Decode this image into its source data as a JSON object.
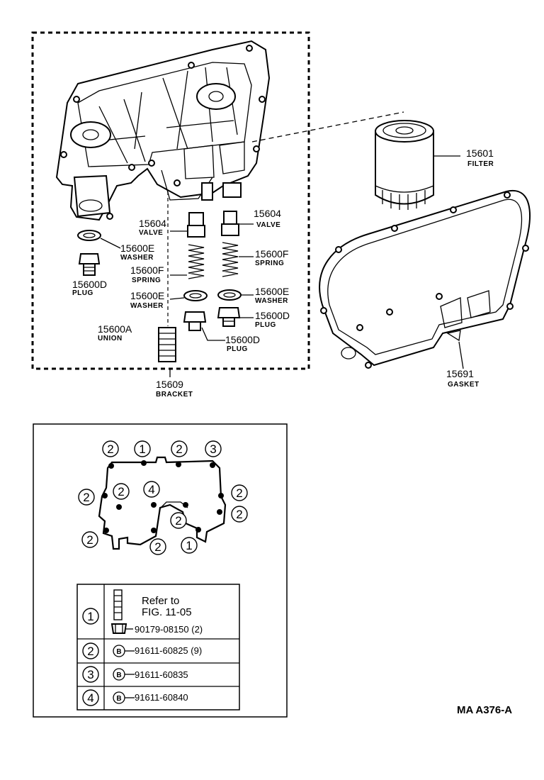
{
  "parts": {
    "bracket": {
      "number": "15609",
      "name": "BRACKET"
    },
    "filter": {
      "number": "15601",
      "name": "FILTER"
    },
    "gasket": {
      "number": "15691",
      "name": "GASKET"
    },
    "valve_left": {
      "number": "15604",
      "name": "VALVE"
    },
    "valve_right": {
      "number": "15604",
      "name": "VALVE"
    },
    "washer_top_left": {
      "number": "15600E",
      "name": "WASHER"
    },
    "plug_top_left": {
      "number": "15600D",
      "name": "PLUG"
    },
    "spring_left": {
      "number": "15600F",
      "name": "SPRING"
    },
    "spring_right": {
      "number": "15600F",
      "name": "SPRING"
    },
    "washer_mid_left": {
      "number": "15600E",
      "name": "WASHER"
    },
    "washer_mid_right": {
      "number": "15600E",
      "name": "WASHER"
    },
    "plug_right": {
      "number": "15600D",
      "name": "PLUG"
    },
    "plug_center": {
      "number": "15600D",
      "name": "PLUG"
    },
    "union": {
      "number": "15600A",
      "name": "UNION"
    }
  },
  "bolt_markers": [
    {
      "text": "2"
    },
    {
      "text": "1"
    },
    {
      "text": "2"
    },
    {
      "text": "3"
    },
    {
      "text": "2"
    },
    {
      "text": "2"
    },
    {
      "text": "4"
    },
    {
      "text": "2"
    },
    {
      "text": "2"
    },
    {
      "text": "2"
    },
    {
      "text": "2"
    },
    {
      "text": "2"
    },
    {
      "text": "1"
    }
  ],
  "fastener_table": {
    "rows": [
      {
        "index": "1",
        "ref_line1": "Refer to",
        "ref_line2": "FIG. 11-05",
        "code": "90179-08150 (2)"
      },
      {
        "index": "2",
        "code": "91611-60825 (9)"
      },
      {
        "index": "3",
        "code": "91611-60835"
      },
      {
        "index": "4",
        "code": "91611-60840"
      }
    ]
  },
  "bolt_glyph_letter": "B",
  "illustration_code": "MA A376-A"
}
